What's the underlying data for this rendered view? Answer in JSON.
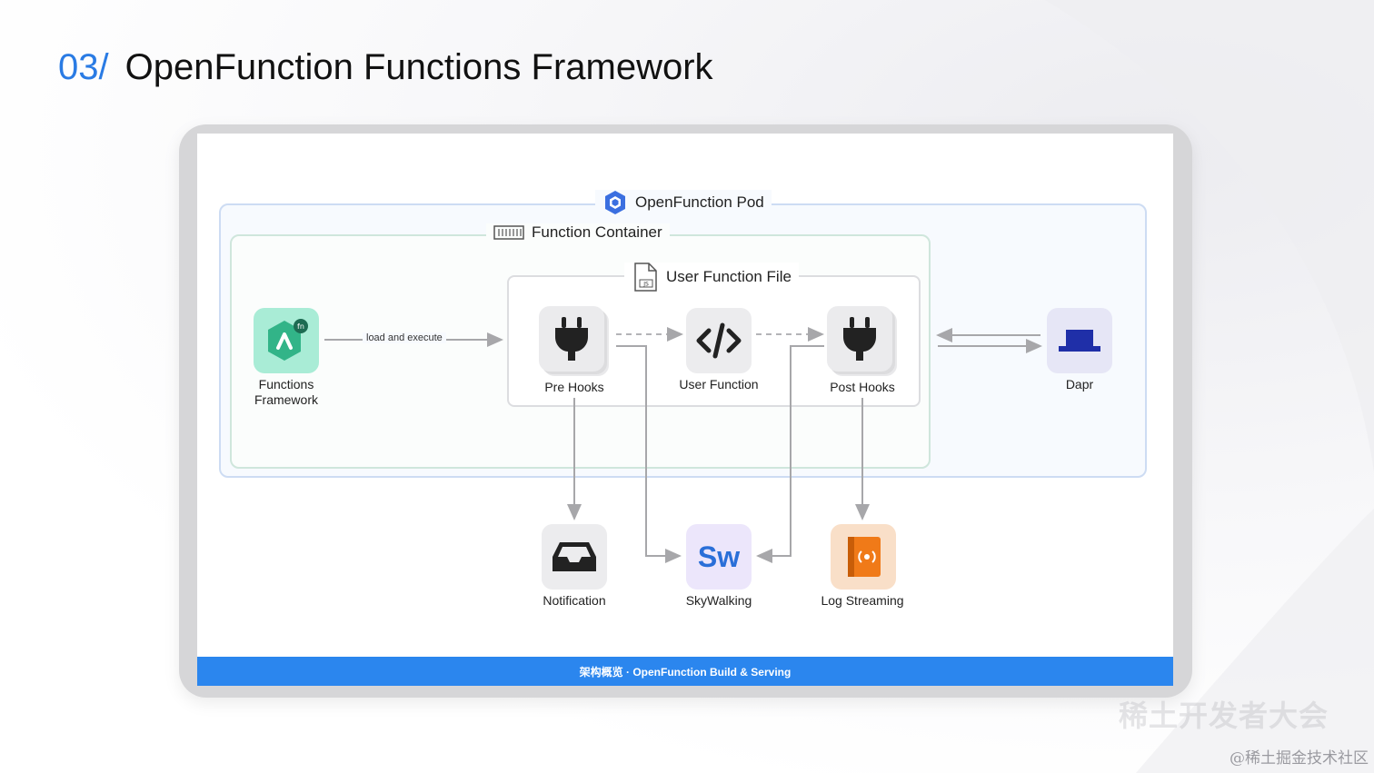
{
  "slide": {
    "number": "03/",
    "title": "OpenFunction Functions Framework"
  },
  "diagram": {
    "pod_label": "OpenFunction Pod",
    "container_label": "Function Container",
    "file_label": "User Function File",
    "edge_load_label": "load and execute",
    "nodes": {
      "functions_framework": "Functions\nFramework",
      "pre_hooks": "Pre Hooks",
      "user_function": "User Function",
      "post_hooks": "Post Hooks",
      "dapr": "Dapr",
      "notification": "Notification",
      "skywalking": "SkyWalking",
      "log_streaming": "Log Streaming"
    },
    "skywalking_tile_text": "Sw",
    "ff_badge_text": "fn"
  },
  "footer": {
    "text": "架构概览 · OpenFunction Build & Serving"
  },
  "watermark": {
    "main": "稀土开发者大会",
    "credit": "@稀土掘金技术社区"
  },
  "colors": {
    "accent_blue": "#2a7be4",
    "footer_blue": "#2b86ee",
    "ff_green": "#3dbf95",
    "dapr_blue": "#1f2fa8",
    "log_orange": "#f07a18"
  }
}
